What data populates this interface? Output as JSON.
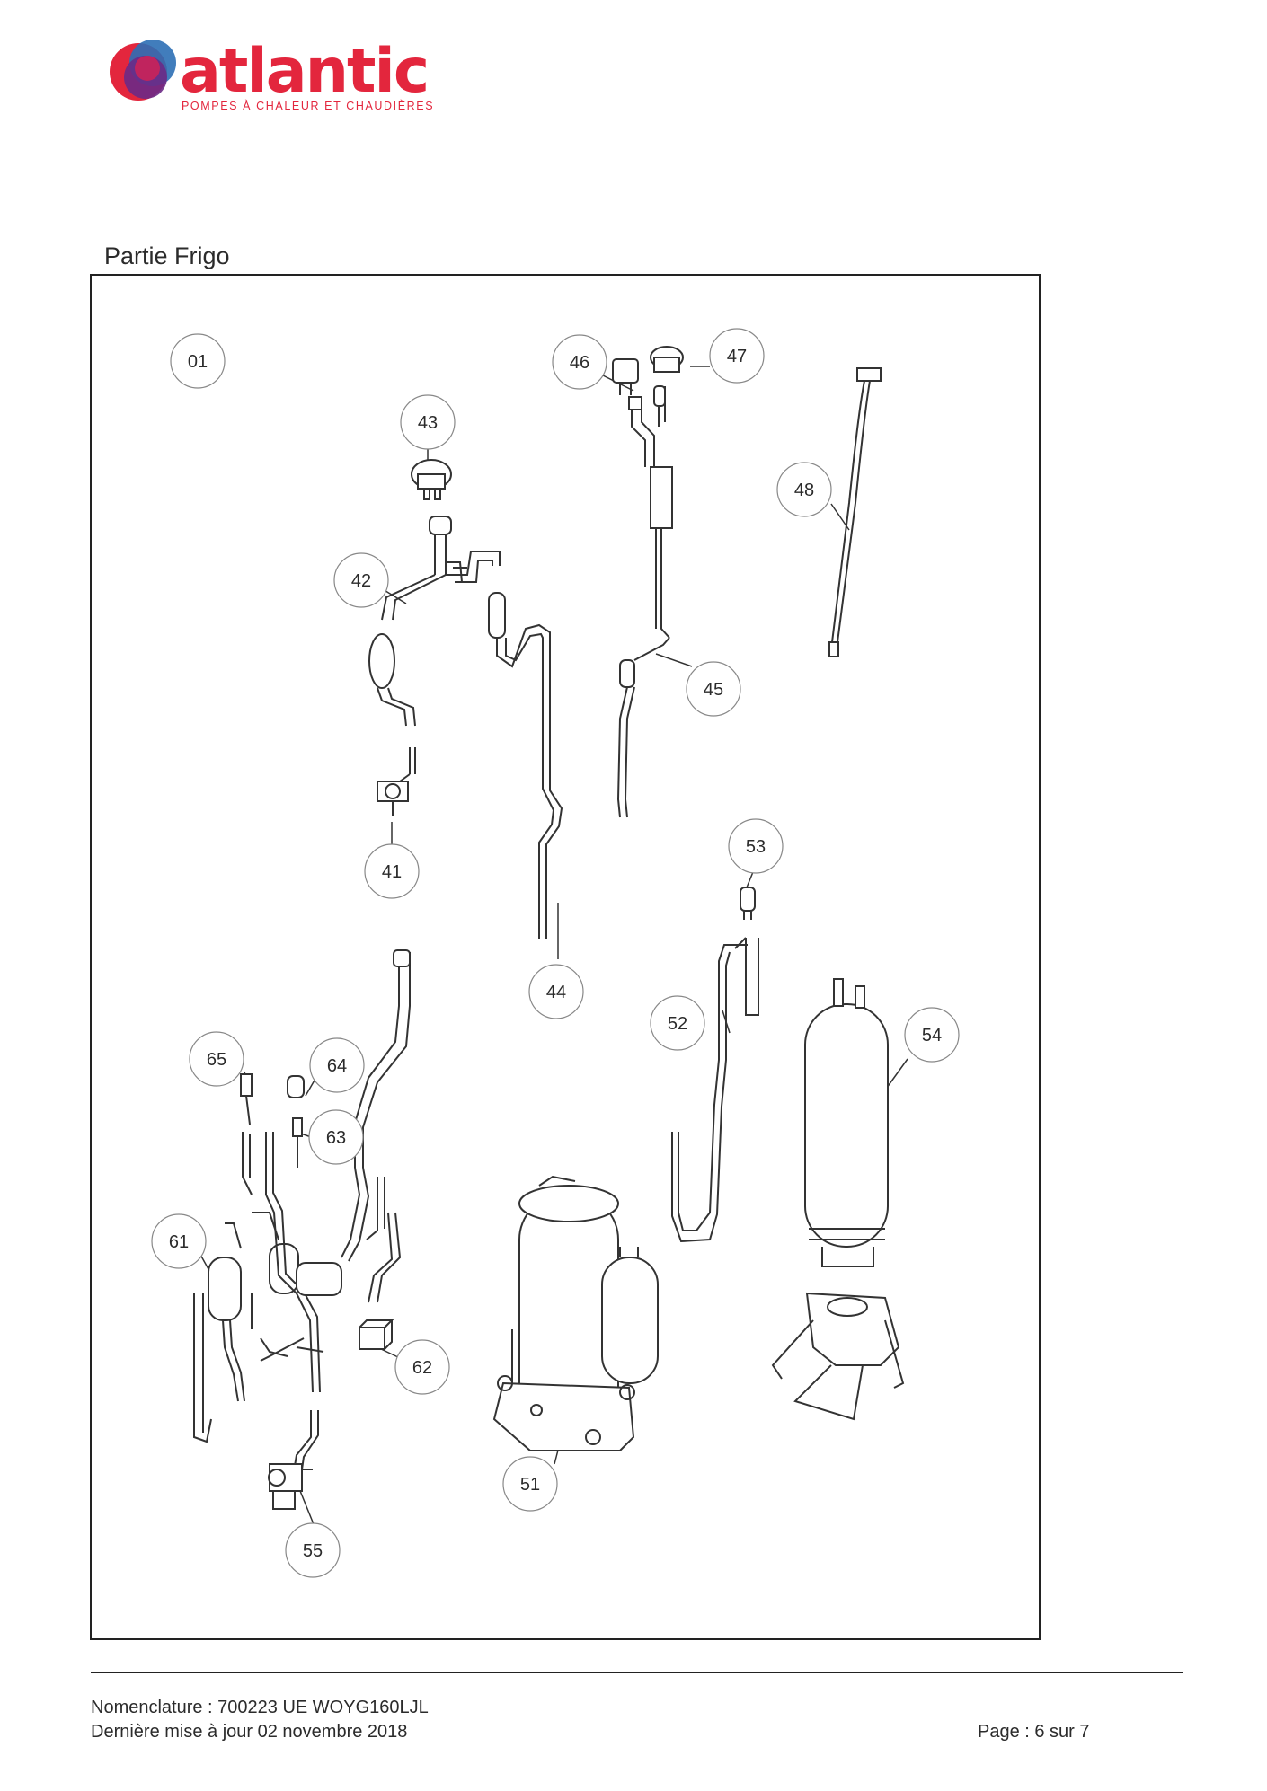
{
  "brand": {
    "name": "atlantic",
    "tagline": "POMPES À CHALEUR ET CHAUDIÈRES",
    "colors": {
      "primary": "#e3263d",
      "purple": "#6b2a86",
      "blue": "#2c6fb5",
      "magenta": "#c0245e"
    }
  },
  "section": {
    "title": "Partie Frigo"
  },
  "callouts": [
    {
      "id": "01",
      "label": "01"
    },
    {
      "id": "41",
      "label": "41"
    },
    {
      "id": "42",
      "label": "42"
    },
    {
      "id": "43",
      "label": "43"
    },
    {
      "id": "44",
      "label": "44"
    },
    {
      "id": "45",
      "label": "45"
    },
    {
      "id": "46",
      "label": "46"
    },
    {
      "id": "47",
      "label": "47"
    },
    {
      "id": "48",
      "label": "48"
    },
    {
      "id": "51",
      "label": "51"
    },
    {
      "id": "52",
      "label": "52"
    },
    {
      "id": "53",
      "label": "53"
    },
    {
      "id": "54",
      "label": "54"
    },
    {
      "id": "55",
      "label": "55"
    },
    {
      "id": "61",
      "label": "61"
    },
    {
      "id": "62",
      "label": "62"
    },
    {
      "id": "63",
      "label": "63"
    },
    {
      "id": "64",
      "label": "64"
    },
    {
      "id": "65",
      "label": "65"
    }
  ],
  "footer": {
    "reference": "Nomenclature : 700223 UE WOYG160LJL",
    "updated": "Dernière mise à jour 02 novembre 2018",
    "page": "Page : 6 sur 7"
  }
}
